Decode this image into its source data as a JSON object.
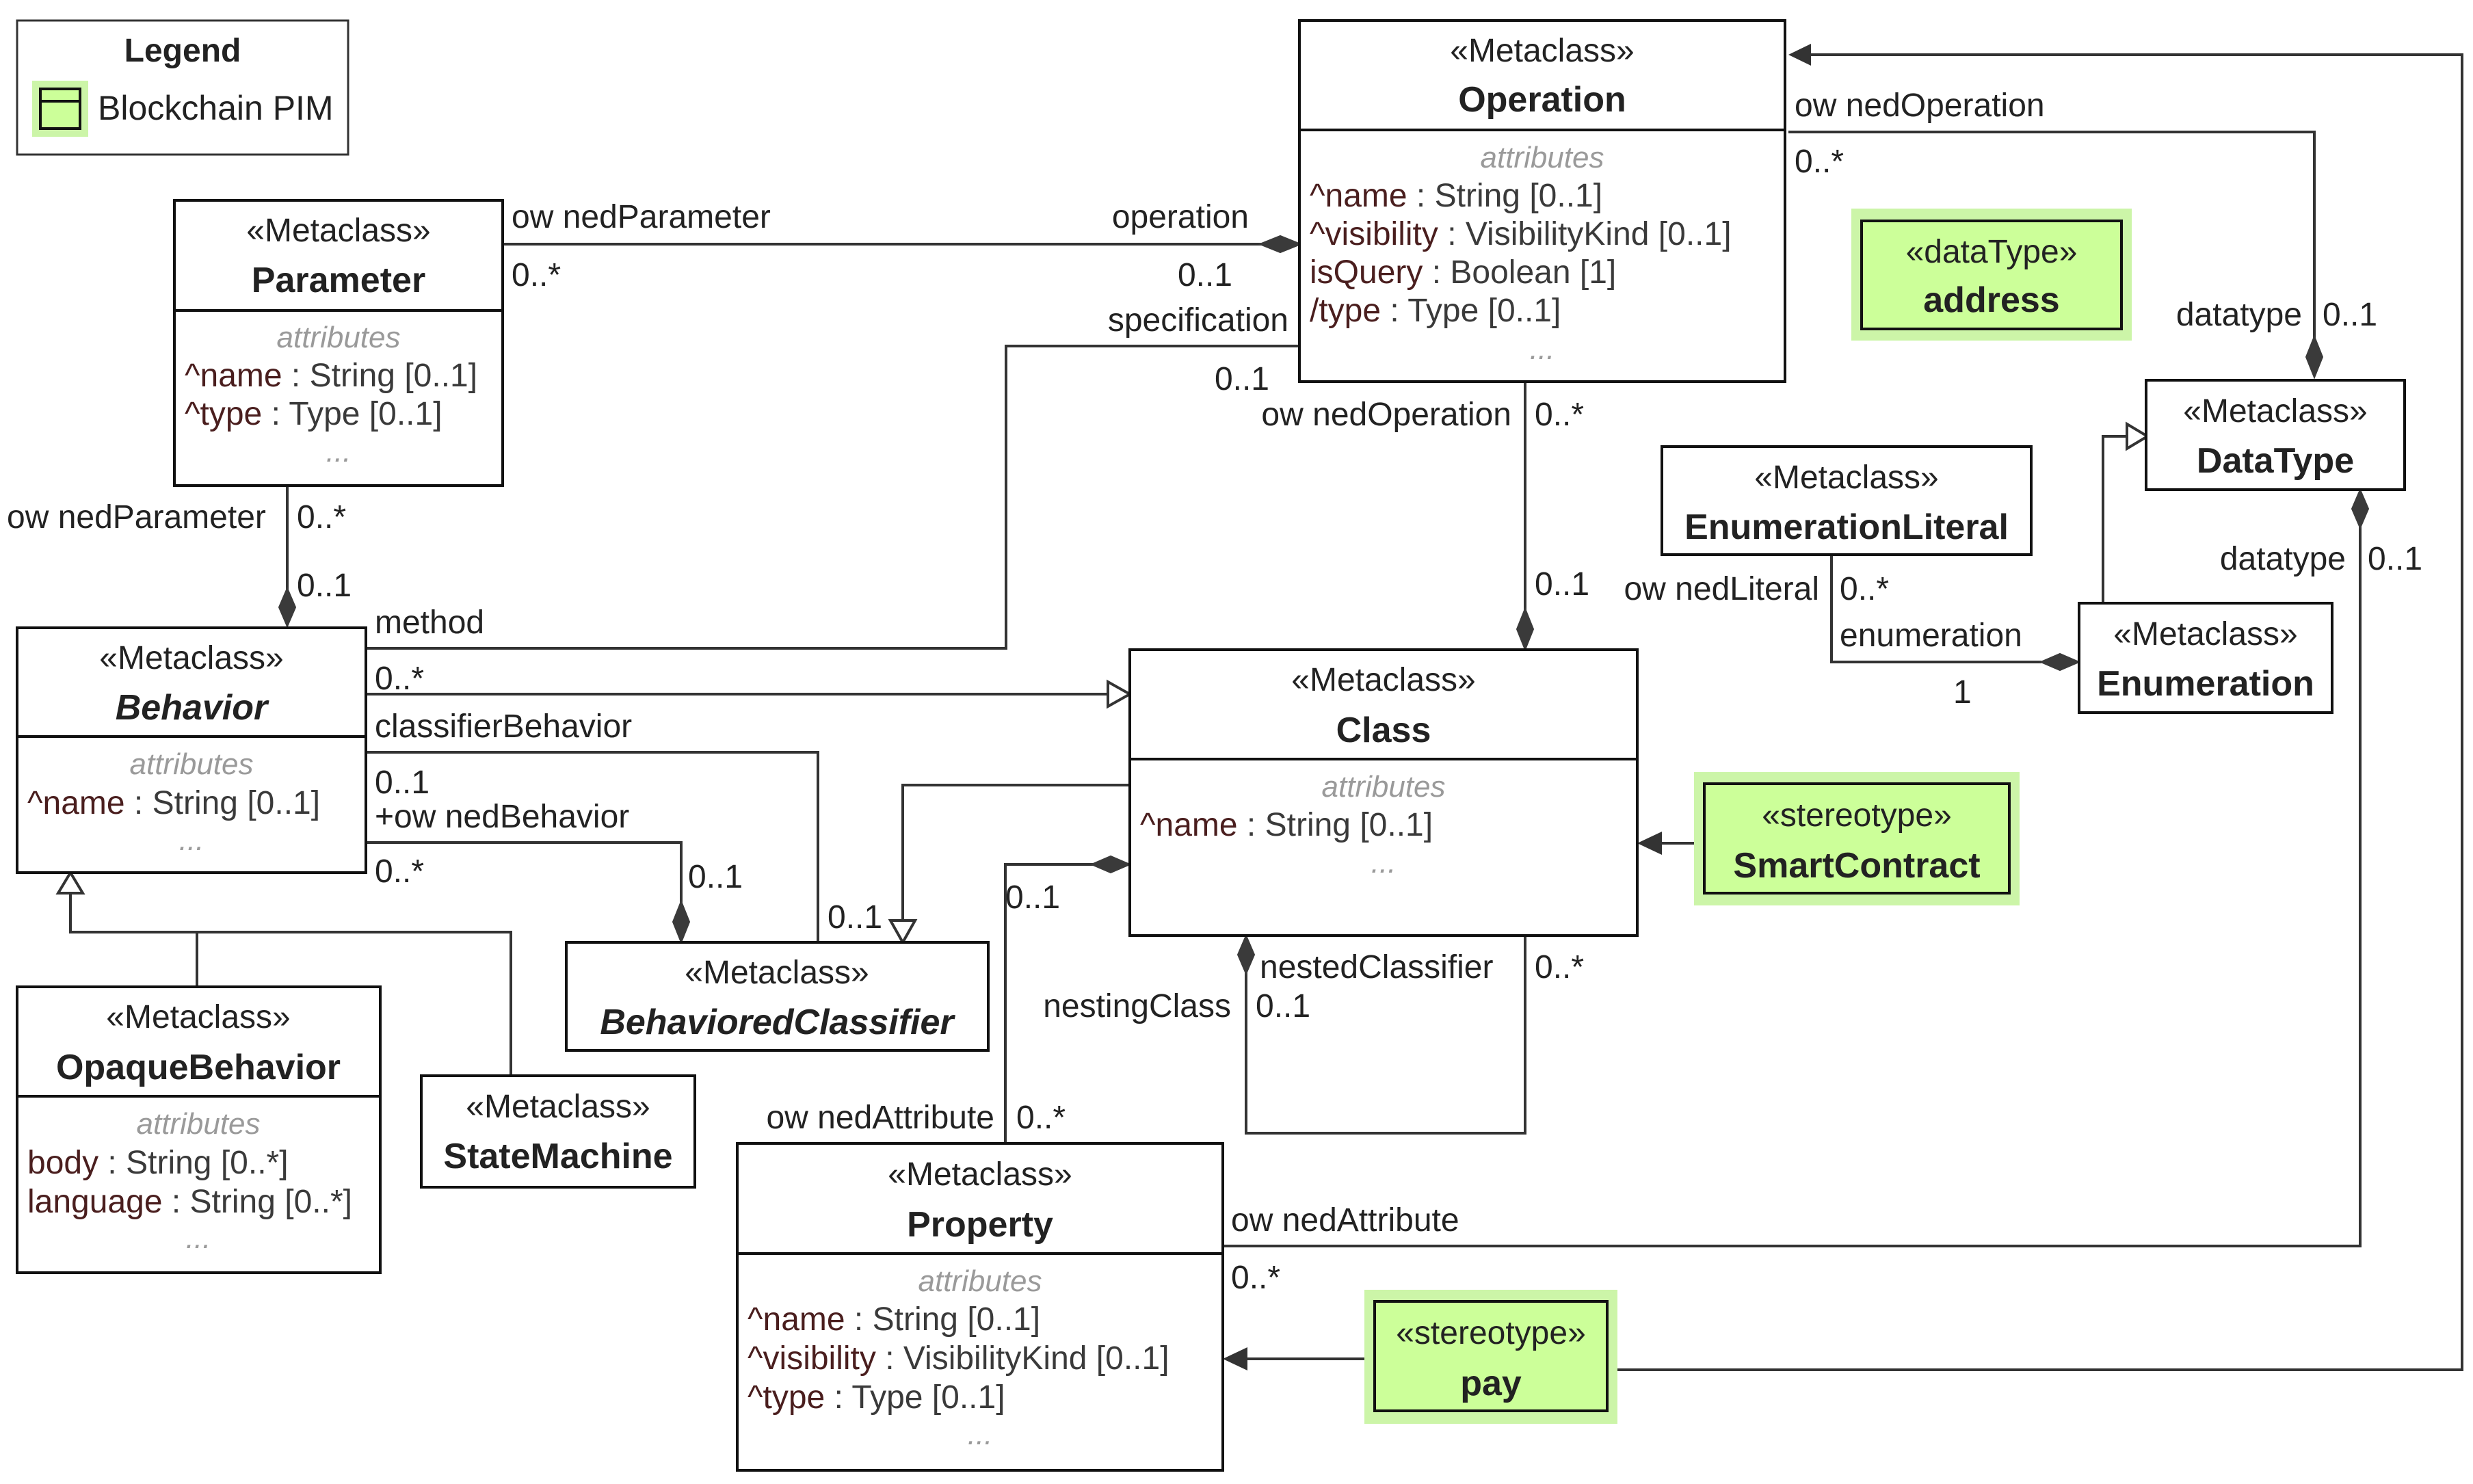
{
  "legend": {
    "title": "Legend",
    "item": "Blockchain PIM",
    "color": "#ccff99"
  },
  "classes": {
    "operation": {
      "stereotype": "«Metaclass»",
      "name": "Operation",
      "section": "attributes",
      "attributes": [
        {
          "name": "^name",
          "type": " : String [0..1]"
        },
        {
          "name": "^visibility",
          "type": " : VisibilityKind [0..1]"
        },
        {
          "name": "isQuery",
          "type": " : Boolean [1]"
        },
        {
          "name": "/type",
          "type": " : Type [0..1]"
        }
      ],
      "more": "..."
    },
    "parameter": {
      "stereotype": "«Metaclass»",
      "name": "Parameter",
      "section": "attributes",
      "attributes": [
        {
          "name": "^name",
          "type": " : String [0..1]"
        },
        {
          "name": "^type",
          "type": " : Type [0..1]"
        }
      ],
      "more": "..."
    },
    "behavior": {
      "stereotype": "«Metaclass»",
      "name": "Behavior",
      "section": "attributes",
      "attributes": [
        {
          "name": "^name",
          "type": " : String [0..1]"
        }
      ],
      "more": "..."
    },
    "class": {
      "stereotype": "«Metaclass»",
      "name": "Class",
      "section": "attributes",
      "attributes": [
        {
          "name": "^name",
          "type": " : String [0..1]"
        }
      ],
      "more": "..."
    },
    "opaque_behavior": {
      "stereotype": "«Metaclass»",
      "name": "OpaqueBehavior",
      "section": "attributes",
      "attributes": [
        {
          "name": "body",
          "type": " : String [0..*]"
        },
        {
          "name": "language",
          "type": " : String [0..*]"
        }
      ],
      "more": "..."
    },
    "state_machine": {
      "stereotype": "«Metaclass»",
      "name": "StateMachine"
    },
    "behaviored_classifier": {
      "stereotype": "«Metaclass»",
      "name": "BehavioredClassifier"
    },
    "property": {
      "stereotype": "«Metaclass»",
      "name": "Property",
      "section": "attributes",
      "attributes": [
        {
          "name": "^name",
          "type": " : String [0..1]"
        },
        {
          "name": "^visibility",
          "type": " : VisibilityKind [0..1]"
        },
        {
          "name": "^type",
          "type": " : Type [0..1]"
        }
      ],
      "more": "..."
    },
    "data_type": {
      "stereotype": "«Metaclass»",
      "name": "DataType"
    },
    "enumeration_literal": {
      "stereotype": "«Metaclass»",
      "name": "EnumerationLiteral"
    },
    "enumeration": {
      "stereotype": "«Metaclass»",
      "name": "Enumeration"
    }
  },
  "pim": {
    "address": {
      "stereotype": "«dataType»",
      "name": "address"
    },
    "smart_contract": {
      "stereotype": "«stereotype»",
      "name": "SmartContract"
    },
    "pay": {
      "stereotype": "«stereotype»",
      "name": "pay"
    }
  },
  "labels": {
    "owned_parameter_top": "ow nedParameter",
    "owned_parameter_top_mult": "0..*",
    "operation_role": "operation",
    "operation_role_mult": "0..1",
    "specification": "specification",
    "specification_mult": "0..1",
    "owned_parameter_left": "ow nedParameter",
    "owned_parameter_left_mult": "0..*",
    "behavior_param_mult": "0..1",
    "method": "method",
    "method_mult": "0..*",
    "classifier_behavior": "classifierBehavior",
    "classifier_behavior_mult": "0..1",
    "owned_behavior": "+ow nedBehavior",
    "owned_behavior_mult": "0..*",
    "bc_owned_behavior_mult": "0..1",
    "bc_classifier_behavior_mult": "0..1",
    "owned_operation_right": "ow nedOperation",
    "owned_operation_right_mult": "0..*",
    "owned_operation_down": "ow nedOperation",
    "owned_operation_down_mult": "0..*",
    "class_operation_mult": "0..1",
    "datatype_top": "datatype",
    "datatype_top_mult": "0..1",
    "datatype_bottom": "datatype",
    "datatype_bottom_mult": "0..1",
    "owned_literal": "ow nedLiteral",
    "owned_literal_mult": "0..*",
    "enumeration_role": "enumeration",
    "enumeration_role_mult": "1",
    "nested_classifier": "nestedClassifier",
    "nested_classifier_mult": "0..*",
    "nesting_class": "nestingClass",
    "nesting_class_mult": "0..1",
    "class_property_mult": "0..1",
    "owned_attribute_left": "ow nedAttribute",
    "owned_attribute_left_mult": "0..*",
    "owned_attribute_right": "ow nedAttribute",
    "owned_attribute_right_mult": "0..*"
  }
}
